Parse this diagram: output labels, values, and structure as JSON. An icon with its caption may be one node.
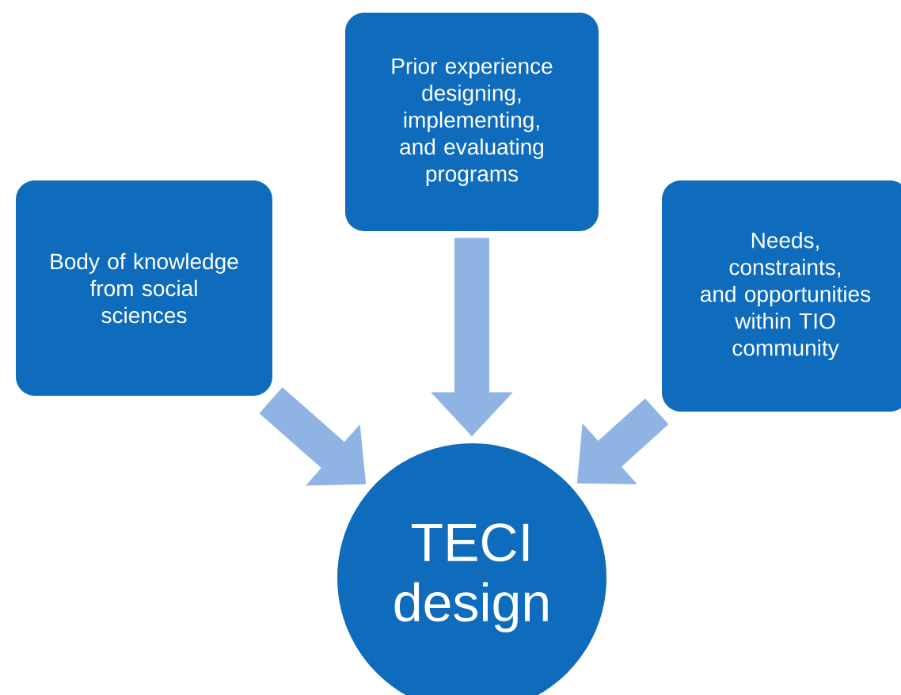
{
  "diagram": {
    "nodes": [
      {
        "text": [
          "Body of knowledge from social sciences"
        ]
      },
      {
        "text": [
          "Prior experience designing, implementing, and evaluating programs"
        ]
      },
      {
        "text": [
          "Needs, constraints, and opportunities within TIO community"
        ]
      },
      {
        "text": [
          "TECI design"
        ]
      }
    ],
    "edges": [
      {
        "from": 0,
        "to": 3,
        "arrow": "to"
      },
      {
        "from": 1,
        "to": 3,
        "arrow": "to"
      },
      {
        "from": 2,
        "to": 3,
        "arrow": "to"
      }
    ]
  }
}
